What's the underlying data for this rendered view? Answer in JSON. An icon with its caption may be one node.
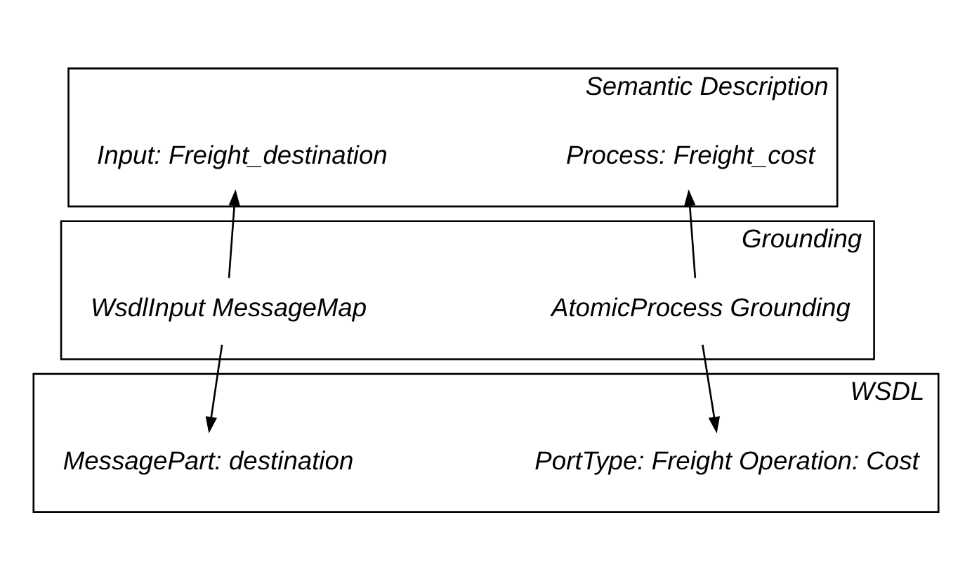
{
  "diagram": {
    "nodes": [
      {
        "text": [
          "Semantic Description"
        ]
      },
      {
        "text": [
          "Process: Freight_cost"
        ],
        "in": 0
      },
      {
        "text": [
          "Input: Freight_destination"
        ],
        "in": 0
      },
      {
        "text": [
          "Grounding"
        ]
      },
      {
        "text": [
          "AtomicProcess Grounding"
        ],
        "in": 3
      },
      {
        "text": [
          "WsdlInput MessageMap"
        ],
        "in": 3
      },
      {
        "text": [
          "WSDL"
        ]
      },
      {
        "text": [
          "PortType: Freight Operation: Cost"
        ],
        "in": 6
      },
      {
        "text": [
          "MessagePart: destination"
        ],
        "in": 6
      }
    ],
    "edges": [
      {
        "from": 4,
        "to": 1,
        "arrow": "to"
      },
      {
        "from": 5,
        "to": 2,
        "arrow": "to"
      },
      {
        "from": 4,
        "to": 7,
        "arrow": "to"
      },
      {
        "from": 5,
        "to": 8,
        "arrow": "to"
      }
    ]
  }
}
